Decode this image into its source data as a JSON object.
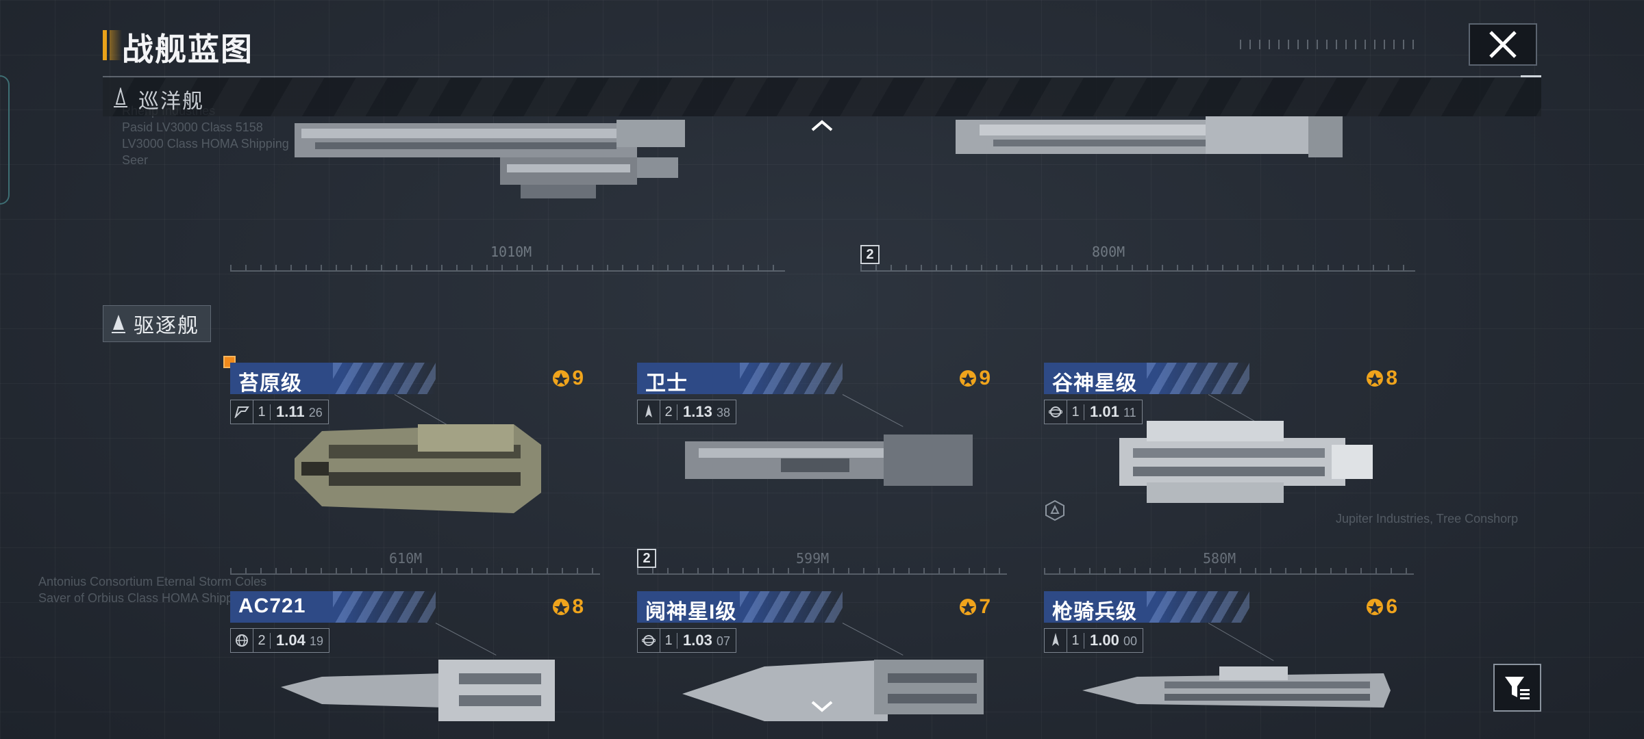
{
  "header": {
    "title": "战舰蓝图"
  },
  "sections": {
    "cruiser": {
      "label": "巡洋舰"
    },
    "destroyer": {
      "label": "驱逐舰"
    }
  },
  "cruiser_row": {
    "left_length": "1010M",
    "right_length": "800M",
    "right_badge": "2",
    "faint_text": [
      "Rhenp Industries",
      "Pasid LV3000 Class 5158",
      "LV3000 Class HOMA Shipping",
      "Seer"
    ]
  },
  "destroyers": [
    {
      "name": "苔原级",
      "cost": "9",
      "stat_icon": "tundra-emblem-icon",
      "level": "1",
      "version": "1.11",
      "sub": "26",
      "length": "610M",
      "is_new": true,
      "badge": ""
    },
    {
      "name": "卫士",
      "cost": "9",
      "stat_icon": "rocket-icon",
      "level": "2",
      "version": "1.13",
      "sub": "38",
      "length": "599M",
      "is_new": false,
      "badge": "2"
    },
    {
      "name": "谷神星级",
      "cost": "8",
      "stat_icon": "planet-icon",
      "level": "1",
      "version": "1.01",
      "sub": "11",
      "length": "580M",
      "is_new": false,
      "badge": ""
    },
    {
      "name": "AC721",
      "cost": "8",
      "stat_icon": "globe-icon",
      "level": "2",
      "version": "1.04",
      "sub": "19",
      "length": "",
      "is_new": false,
      "badge": ""
    },
    {
      "name": "阋神星I级",
      "cost": "7",
      "stat_icon": "planet-icon",
      "level": "1",
      "version": "1.03",
      "sub": "07",
      "length": "",
      "is_new": false,
      "badge": ""
    },
    {
      "name": "枪骑兵级",
      "cost": "6",
      "stat_icon": "rocket-icon",
      "level": "1",
      "version": "1.00",
      "sub": "00",
      "length": "",
      "is_new": false,
      "badge": ""
    }
  ],
  "background_text": {
    "left": [
      "Antonius Consortium Eternal Storm Coles",
      "Saver of Orbius Class HOMA Shipping"
    ],
    "right": "Jupiter Industries, Tree Conshorp"
  },
  "colors": {
    "accent": "#e9a21a",
    "cost": "#f0a41c",
    "banner": "#2e4a86",
    "new_marker": "#f08a1c"
  }
}
